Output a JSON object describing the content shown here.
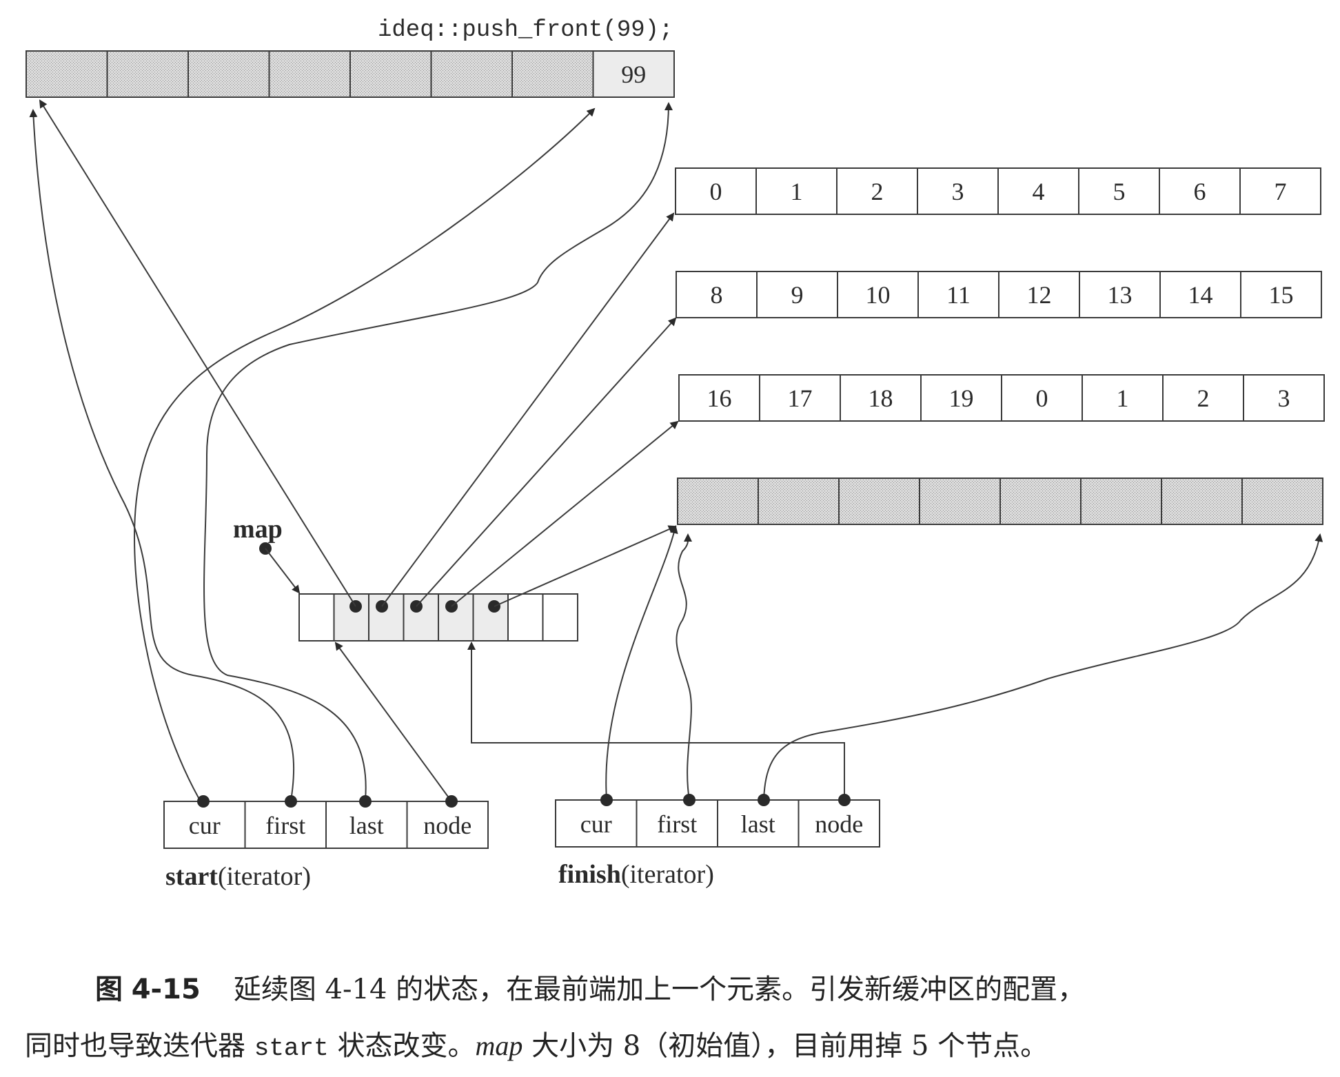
{
  "code_label": "ideq::push_front(99);",
  "top_buffer": {
    "cells": [
      "",
      "",
      "",
      "",
      "",
      "",
      "",
      "99"
    ],
    "shaded_count": 7
  },
  "buffers": [
    {
      "cells": [
        "0",
        "1",
        "2",
        "3",
        "4",
        "5",
        "6",
        "7"
      ]
    },
    {
      "cells": [
        "8",
        "9",
        "10",
        "11",
        "12",
        "13",
        "14",
        "15"
      ]
    },
    {
      "cells": [
        "16",
        "17",
        "18",
        "19",
        "0",
        "1",
        "2",
        "3"
      ]
    },
    {
      "cells": [
        "",
        "",
        "",
        "",
        "",
        "",
        "",
        ""
      ],
      "shaded": true
    }
  ],
  "map": {
    "label": "map",
    "node_count": 8,
    "used_from": 1,
    "used_to": 5
  },
  "start_iterator": {
    "fields": [
      "cur",
      "first",
      "last",
      "node"
    ],
    "name": "start",
    "suffix": "(iterator)"
  },
  "finish_iterator": {
    "fields": [
      "cur",
      "first",
      "last",
      "node"
    ],
    "name": "finish",
    "suffix": "(iterator)"
  },
  "caption": {
    "fig_label": "图",
    "fig_num": "4-15",
    "line1_text": "延续图 4-14 的状态，在最前端加上一个元素。引发新缓冲区的配置，",
    "line2_a": "同时也导致迭代器",
    "line2_code": "start",
    "line2_b": "状态改变。",
    "line2_ital": "map",
    "line2_c": "大小为 8（初始值），目前用掉 5 个节点。"
  },
  "colors": {
    "ink": "#2a2a2a",
    "shade": "#d4d4d4"
  }
}
